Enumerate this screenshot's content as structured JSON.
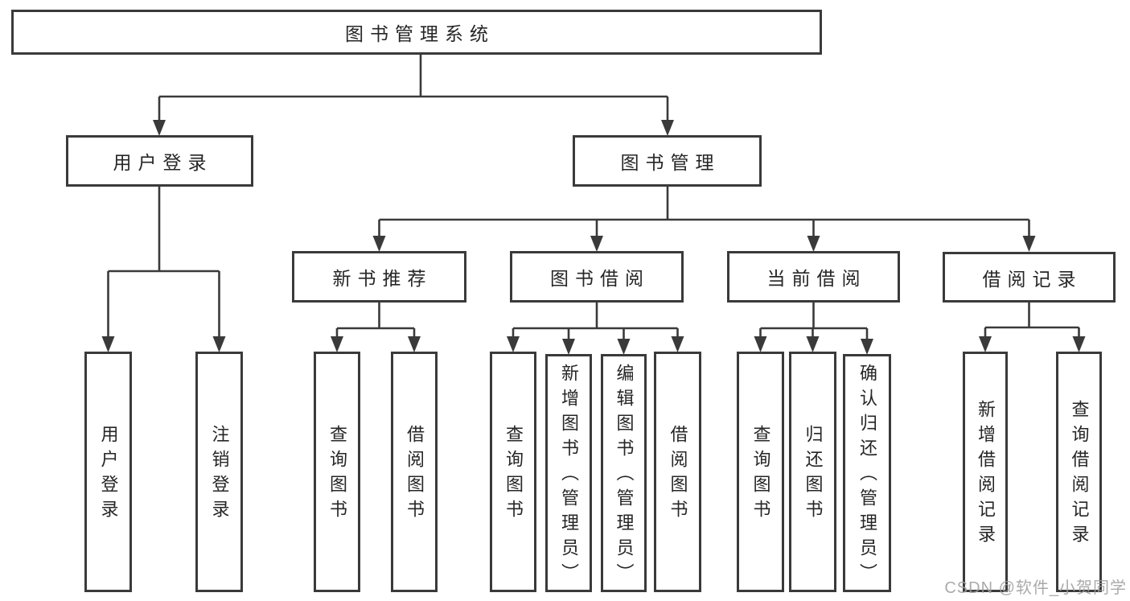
{
  "diagram": {
    "watermark": "CSDN @软件_小贺同学",
    "colors": {
      "line": "#3a3a3a",
      "text": "#262626",
      "background": "#ffffff",
      "watermark": "#9e9e9e"
    },
    "tree": {
      "label": "图书管理系统",
      "children": [
        {
          "label": "用户登录",
          "children": [
            {
              "label": "用户登录"
            },
            {
              "label": "注销登录"
            }
          ]
        },
        {
          "label": "图书管理",
          "children": [
            {
              "label": "新书推荐",
              "children": [
                {
                  "label": "查询图书"
                },
                {
                  "label": "借阅图书"
                }
              ]
            },
            {
              "label": "图书借阅",
              "children": [
                {
                  "label": "查询图书"
                },
                {
                  "label": "新增图书（管理员）"
                },
                {
                  "label": "编辑图书（管理员）"
                },
                {
                  "label": "借阅图书"
                }
              ]
            },
            {
              "label": "当前借阅",
              "children": [
                {
                  "label": "查询图书"
                },
                {
                  "label": "归还图书"
                },
                {
                  "label": "确认归还（管理员）"
                }
              ]
            },
            {
              "label": "借阅记录",
              "children": [
                {
                  "label": "新增借阅记录"
                },
                {
                  "label": "查询借阅记录"
                }
              ]
            }
          ]
        }
      ]
    }
  }
}
